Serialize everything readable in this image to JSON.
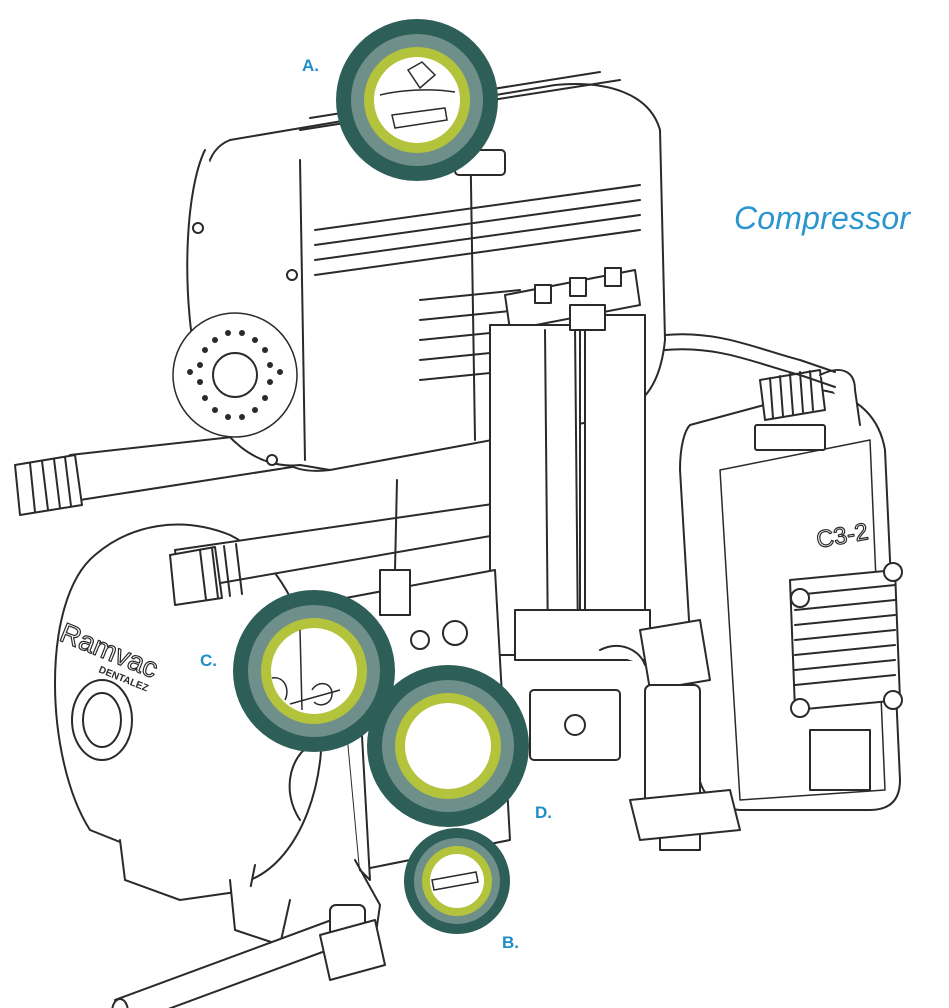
{
  "title": "Compressor",
  "brand": {
    "name": "Ramvac",
    "sub": "DENTALEZ"
  },
  "unit_label": "C3-2",
  "callouts": [
    {
      "id": "A",
      "label": "A."
    },
    {
      "id": "B",
      "label": "B."
    },
    {
      "id": "C",
      "label": "C."
    },
    {
      "id": "D",
      "label": "D."
    }
  ],
  "colors": {
    "callout_ring_outer": "#2e5e58",
    "callout_ring_mid": "#6f8f8b",
    "callout_ring_inner": "#b3c33b",
    "label_blue": "#1e8fc8",
    "line_art": "#2a2a2a"
  }
}
